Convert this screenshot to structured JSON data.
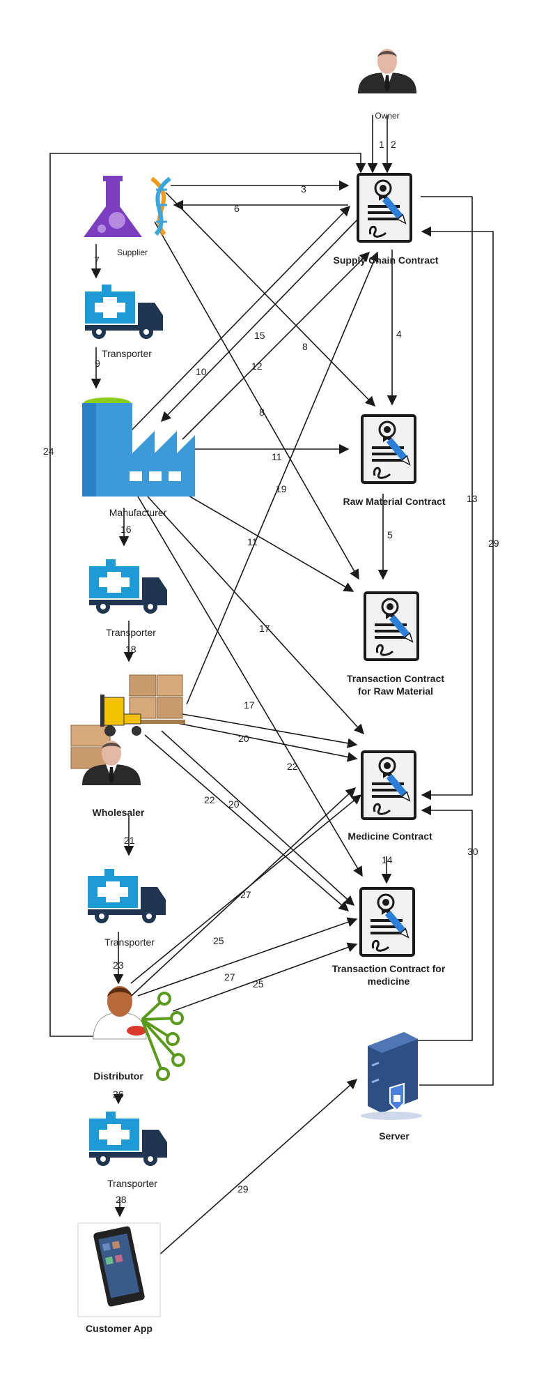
{
  "nodes": {
    "owner": "Owner",
    "supply_chain_contract": "Supply Chain Contract",
    "supplier": "Supplier",
    "transporter_1": "Transporter",
    "manufacturer": "Manufacturer",
    "raw_material_contract": "Raw Material Contract",
    "transaction_raw_line1": "Transaction Contract",
    "transaction_raw_line2": "for Raw Material",
    "transporter_2": "Transporter",
    "wholesaler": "Wholesaler",
    "medicine_contract": "Medicine Contract",
    "transporter_3": "Transporter",
    "transaction_med_line1": "Transaction Contract for",
    "transaction_med_line2": "medicine",
    "distributor": "Distributor",
    "server": "Server",
    "transporter_4": "Transporter",
    "customer_app": "Customer App"
  },
  "edge_labels": {
    "e1": "1",
    "e2": "2",
    "e3": "3",
    "e4": "4",
    "e5": "5",
    "e6": "6",
    "e7": "7",
    "e8a": "8",
    "e8b": "8",
    "e9": "9",
    "e10": "10",
    "e11a": "11",
    "e11b": "11",
    "e12": "12",
    "e13": "13",
    "e14": "14",
    "e15": "15",
    "e16": "16",
    "e17a": "17",
    "e17b": "17",
    "e18": "18",
    "e19": "19",
    "e20a": "20",
    "e20b": "20",
    "e21": "21",
    "e22a": "22",
    "e22b": "22",
    "e23": "23",
    "e24": "24",
    "e25a": "25",
    "e25b": "25",
    "e26": "26",
    "e27a": "27",
    "e27b": "27",
    "e28": "28",
    "e29a": "29",
    "e29b": "29",
    "e30": "30"
  },
  "colors": {
    "truck_blue": "#1e9ad6",
    "truck_dark": "#1f3550",
    "factory_blue": "#3c9ad8",
    "factory_green": "#8ccc1f",
    "flask_purple": "#7b3ec1",
    "dna_orange": "#f39a1e",
    "dna_blue": "#3aa6e0",
    "contract_pen": "#2b7fd8",
    "server_blue": "#2d4f83"
  }
}
